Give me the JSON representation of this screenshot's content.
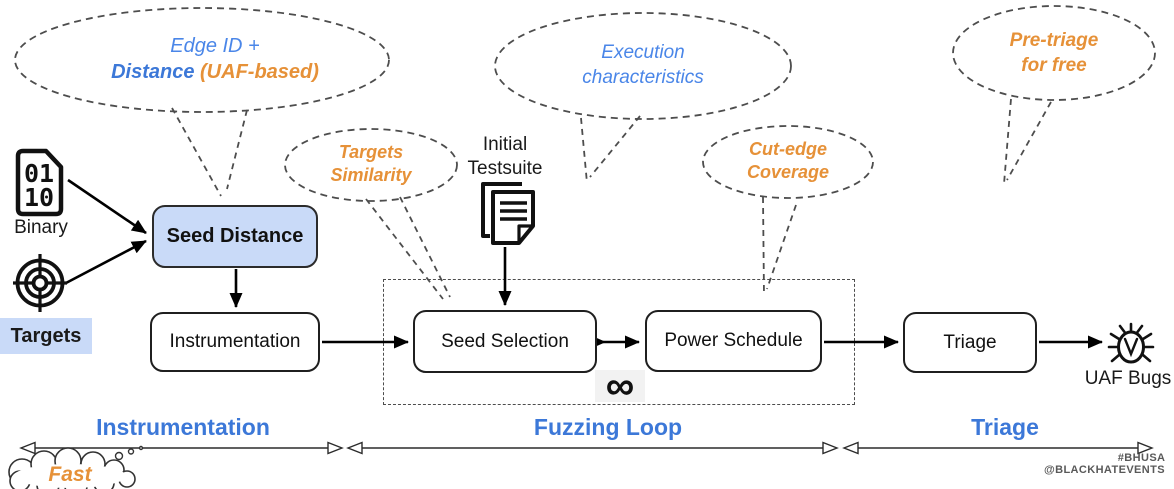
{
  "bubbles": {
    "edge_id": {
      "line1": "Edge ID +",
      "line2_blue": "Distance",
      "line2_orange": "(UAF-based)"
    },
    "targets_similarity": {
      "line1": "Targets",
      "line2": "Similarity"
    },
    "execution": {
      "line1": "Execution",
      "line2": "characteristics"
    },
    "cut_edge": {
      "line1": "Cut-edge",
      "line2": "Coverage"
    },
    "pre_triage": {
      "line1": "Pre-triage",
      "line2": "for free"
    }
  },
  "inputs": {
    "binary": {
      "label": "Binary",
      "digits_top": "01",
      "digits_bottom": "10"
    },
    "targets": {
      "label": "Targets"
    },
    "testsuite": {
      "line1": "Initial",
      "line2": "Testsuite"
    }
  },
  "nodes": {
    "seed_distance": "Seed Distance",
    "instrumentation": "Instrumentation",
    "seed_selection": "Seed Selection",
    "power_schedule": "Power Schedule",
    "triage": "Triage"
  },
  "loop": {
    "infinity_symbol": "∞"
  },
  "output": {
    "uaf_bugs": "UAF Bugs"
  },
  "phases": [
    {
      "label": "Instrumentation"
    },
    {
      "label": "Fuzzing Loop"
    },
    {
      "label": "Triage"
    }
  ],
  "footer": {
    "hashtag": "#BHUSA",
    "handle": "@BLACKHATEVENTS"
  },
  "annotations": {
    "fast": "Fast"
  },
  "colors": {
    "bubble_blue": "#4a86e8",
    "label_blue": "#3c78d8",
    "accent_orange": "#e69138",
    "node_fill_blue": "#c9daf8",
    "footer_gray": "#595959"
  }
}
